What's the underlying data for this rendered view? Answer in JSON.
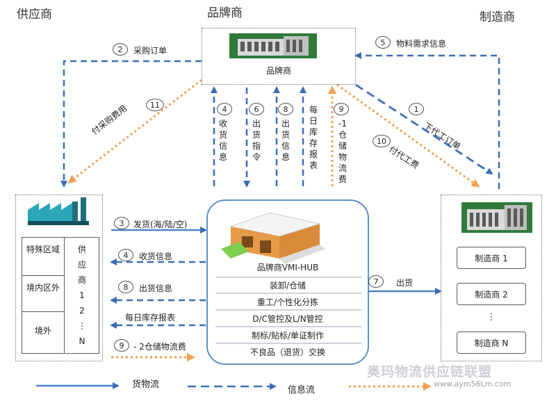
{
  "headers": {
    "supplier": "供应商",
    "brand": "品牌商",
    "manufacturer": "制造商"
  },
  "brand_box": {
    "label": "品牌商"
  },
  "supplier_box": {
    "rows": [
      "特殊区域",
      "境内区外",
      "境外"
    ],
    "supplier_col": [
      "供",
      "应",
      "商",
      "1",
      "2",
      "⋮",
      "N"
    ]
  },
  "hub": {
    "title": "品牌商VMI-HUB",
    "services": [
      "装卸/仓储",
      "重工/个性化分拣",
      "D/C管控及L/N管控",
      "制标/贴标/单证制作",
      "不良品（退货）交换"
    ]
  },
  "manufacturers": [
    "制造商  1",
    "制造商  2",
    "制造商  N"
  ],
  "manufacturer_dots": "⋮",
  "flows": {
    "f1": {
      "num": "1",
      "text": "下代工订单"
    },
    "f2": {
      "num": "2",
      "text": "采购订单"
    },
    "f3": {
      "num": "3",
      "text": "发货(海/陆/空)"
    },
    "f4a": {
      "num": "4",
      "text": "收货信息"
    },
    "f4b": {
      "num": "4",
      "text": "收货信息"
    },
    "f5": {
      "num": "5",
      "text": "物料需求信息"
    },
    "f6": {
      "num": "6",
      "text": "出货指令"
    },
    "f7": {
      "num": "7",
      "text": "出货"
    },
    "f8a": {
      "num": "8",
      "text": "出货信息"
    },
    "f8b": {
      "num": "8",
      "text": "出货信息"
    },
    "f9a": {
      "num": "9",
      "text": "-1仓储物流费"
    },
    "f9b": {
      "num": "9",
      "text": "- 2仓储物流费"
    },
    "f10": {
      "num": "10",
      "text": "付代工费"
    },
    "f11": {
      "num": "11",
      "text": "付采购费用"
    },
    "daily_brand": "每日库存报表",
    "daily_supplier": "每日库存报表"
  },
  "legend": {
    "goods": "货物流",
    "info": "信息流"
  },
  "watermark": {
    "text": "奥玛物流供应链联盟",
    "url": "www.aym56Lm.com"
  },
  "colors": {
    "goods": "#4a86c5",
    "info": "#3b6db5",
    "fee": "#f0a050",
    "text": "#222222"
  }
}
